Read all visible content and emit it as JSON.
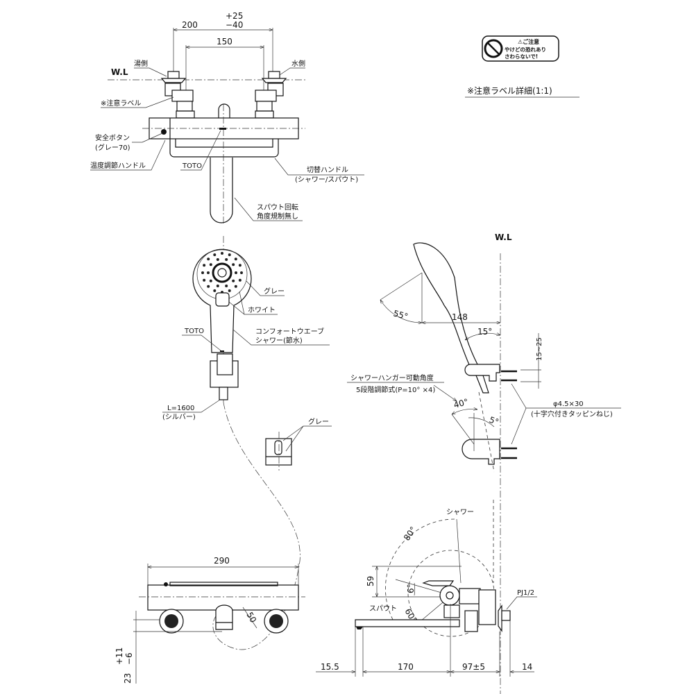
{
  "top_view": {
    "dim_200": "200",
    "tol_plus": "+25",
    "tol_minus": "−40",
    "dim_150": "150",
    "wl": "W.L",
    "hot_side": "湯側",
    "cold_side": "水側",
    "caution_label": "※注意ラベル",
    "safety_button": "安全ボタン",
    "safety_button_color": "(グレー70)",
    "temp_handle": "温度調節ハンドル",
    "brand": "TOTO",
    "switch_handle": "切替ハンドル",
    "switch_handle_modes": "(シャワー/スパウト)",
    "spout_rotation_1": "スパウト回転",
    "spout_rotation_2": "角度規制無し"
  },
  "caution_label_detail": {
    "label_title": "⚠ご注意",
    "label_line1": "やけどの恐れあり",
    "label_line2": "さわらないで!",
    "caption": "※注意ラベル詳細(1:1)"
  },
  "shower_front": {
    "gray": "グレー",
    "white": "ホワイト",
    "brand": "TOTO",
    "name1": "コンフォートウエーブ",
    "name2": "シャワー(節水)",
    "hose_length": "L=1600",
    "hose_color": "(シルバー)",
    "holder_gray": "グレー"
  },
  "shower_side": {
    "wl": "W.L",
    "angle_55": "55°",
    "dim_148": "148",
    "angle_15": "15°",
    "dim_15_25": "15~25",
    "hanger_angle": "シャワーハンガー可動角度",
    "hanger_steps": "5段階調節式(P=10° ×4)",
    "angle_40": "40°",
    "angle_5": "5°",
    "screw_size": "φ4.5×30",
    "screw_type": "(十字穴付きタッピンねじ)"
  },
  "faucet_side": {
    "shower": "シャワー",
    "angle_80": "80°",
    "dim_59": "59",
    "angle_6": "6°",
    "spout": "スパウト",
    "angle_60": "60°",
    "thread": "PJ1/2",
    "dim_15_5": "15.5",
    "dim_170": "170",
    "dim_97": "97±5",
    "dim_14": "14"
  },
  "faucet_bottom": {
    "dim_290": "290",
    "dim_50": "50",
    "dim_23": "23",
    "tol_plus": "+11",
    "tol_minus": "−6"
  }
}
